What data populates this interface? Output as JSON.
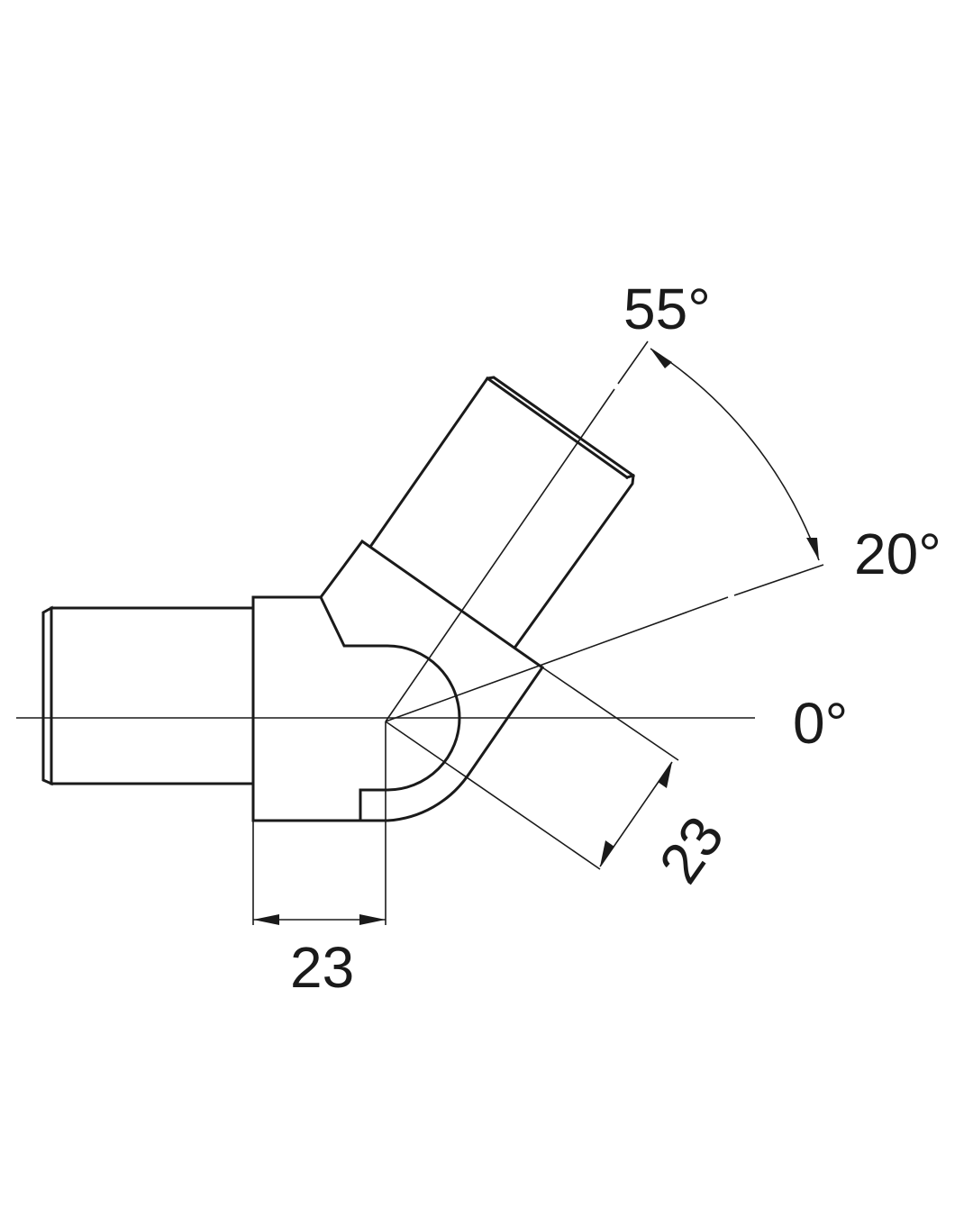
{
  "diagram": {
    "angle_labels": {
      "max": "55°",
      "mid": "20°",
      "zero": "0°"
    },
    "dimensions": {
      "horizontal": "23",
      "angled": "23"
    }
  }
}
